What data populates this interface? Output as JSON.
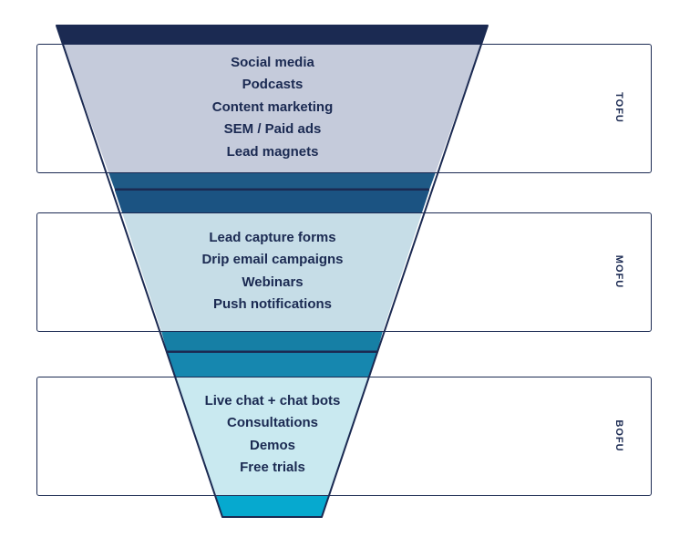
{
  "stages": [
    {
      "label": "TOFU",
      "items": [
        "Social media",
        "Podcasts",
        "Content marketing",
        "SEM / Paid ads",
        "Lead magnets"
      ]
    },
    {
      "label": "MOFU",
      "items": [
        "Lead capture forms",
        "Drip email campaigns",
        "Webinars",
        "Push notifications"
      ]
    },
    {
      "label": "BOFU",
      "items": [
        "Live chat + chat bots",
        "Consultations",
        "Demos",
        "Free trials"
      ]
    }
  ],
  "colors": {
    "outline": "#1b2a52",
    "tofu_fill": "#c5cbdb",
    "mofu_fill": "#c6dde7",
    "bofu_fill": "#c9e9f0",
    "band_top": "#1b2a52",
    "band_tofu_mofu_1": "#1f5a86",
    "band_tofu_mofu_2": "#1b5382",
    "band_mofu_bofu_1": "#167fa5",
    "band_mofu_bofu_2": "#1687af",
    "band_bottom": "#06a9cf"
  }
}
